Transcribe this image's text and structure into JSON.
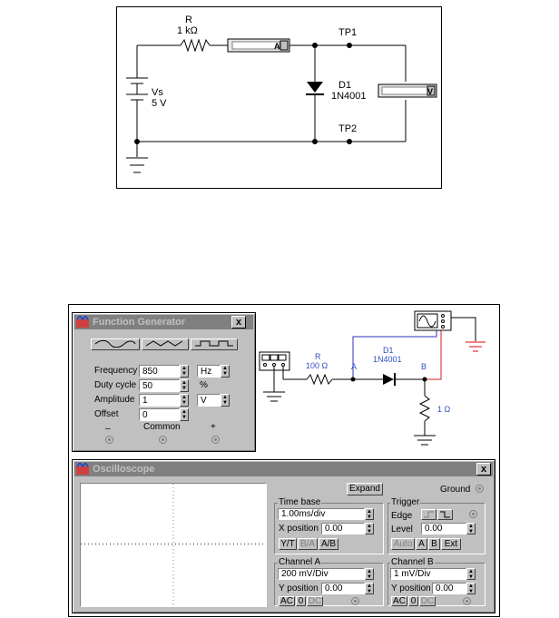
{
  "circuit1": {
    "resistor_name": "R",
    "resistor_value": "1 kΩ",
    "ammeter_label": "A",
    "source_name": "Vs",
    "source_value": "5 V",
    "tp1": "TP1",
    "tp2": "TP2",
    "diode_name": "D1",
    "diode_part": "1N4001",
    "voltmeter_label": "V"
  },
  "circuit2": {
    "resistor_name": "R",
    "resistor_value": "100 Ω",
    "node_a": "A",
    "node_b": "B",
    "diode_name": "D1",
    "diode_part": "1N4001",
    "load_value": "1 Ω"
  },
  "function_generator": {
    "title": "Function Generator",
    "close": "x",
    "frequency_label": "Frequency",
    "frequency_value": "850",
    "frequency_unit": "Hz",
    "duty_label": "Duty cycle",
    "duty_value": "50",
    "duty_unit": "%",
    "amplitude_label": "Amplitude",
    "amplitude_value": "1",
    "amplitude_unit": "V",
    "offset_label": "Offset",
    "offset_value": "0",
    "minus": "–",
    "common": "Common",
    "plus": "+"
  },
  "oscilloscope": {
    "title": "Oscilloscope",
    "close": "x",
    "expand": "Expand",
    "ground": "Ground",
    "timebase_label": "Time base",
    "timebase_value": "1.00ms/div",
    "xpos_label": "X position",
    "xpos_value": "0.00",
    "mode_yt": "Y/T",
    "mode_ba": "B/A",
    "mode_ab": "A/B",
    "trigger_label": "Trigger",
    "edge_label": "Edge",
    "level_label": "Level",
    "level_value": "0.00",
    "auto": "Auto",
    "trig_a": "A",
    "trig_b": "B",
    "trig_ext": "Ext",
    "chA_label": "Channel A",
    "chA_value": "200 mV/Div",
    "chA_ypos_label": "Y position",
    "chA_ypos_value": "0.00",
    "chB_label": "Channel B",
    "chB_value": "1 mV/Div",
    "chB_ypos_label": "Y position",
    "chB_ypos_value": "0.00",
    "ac": "AC",
    "zero": "0",
    "dc": "DC"
  },
  "colors": {
    "wire": "#000000",
    "probe_a": "#3030c0",
    "probe_b": "#d02020",
    "ground_red": "#e00000",
    "component_blue": "#3050c0"
  }
}
